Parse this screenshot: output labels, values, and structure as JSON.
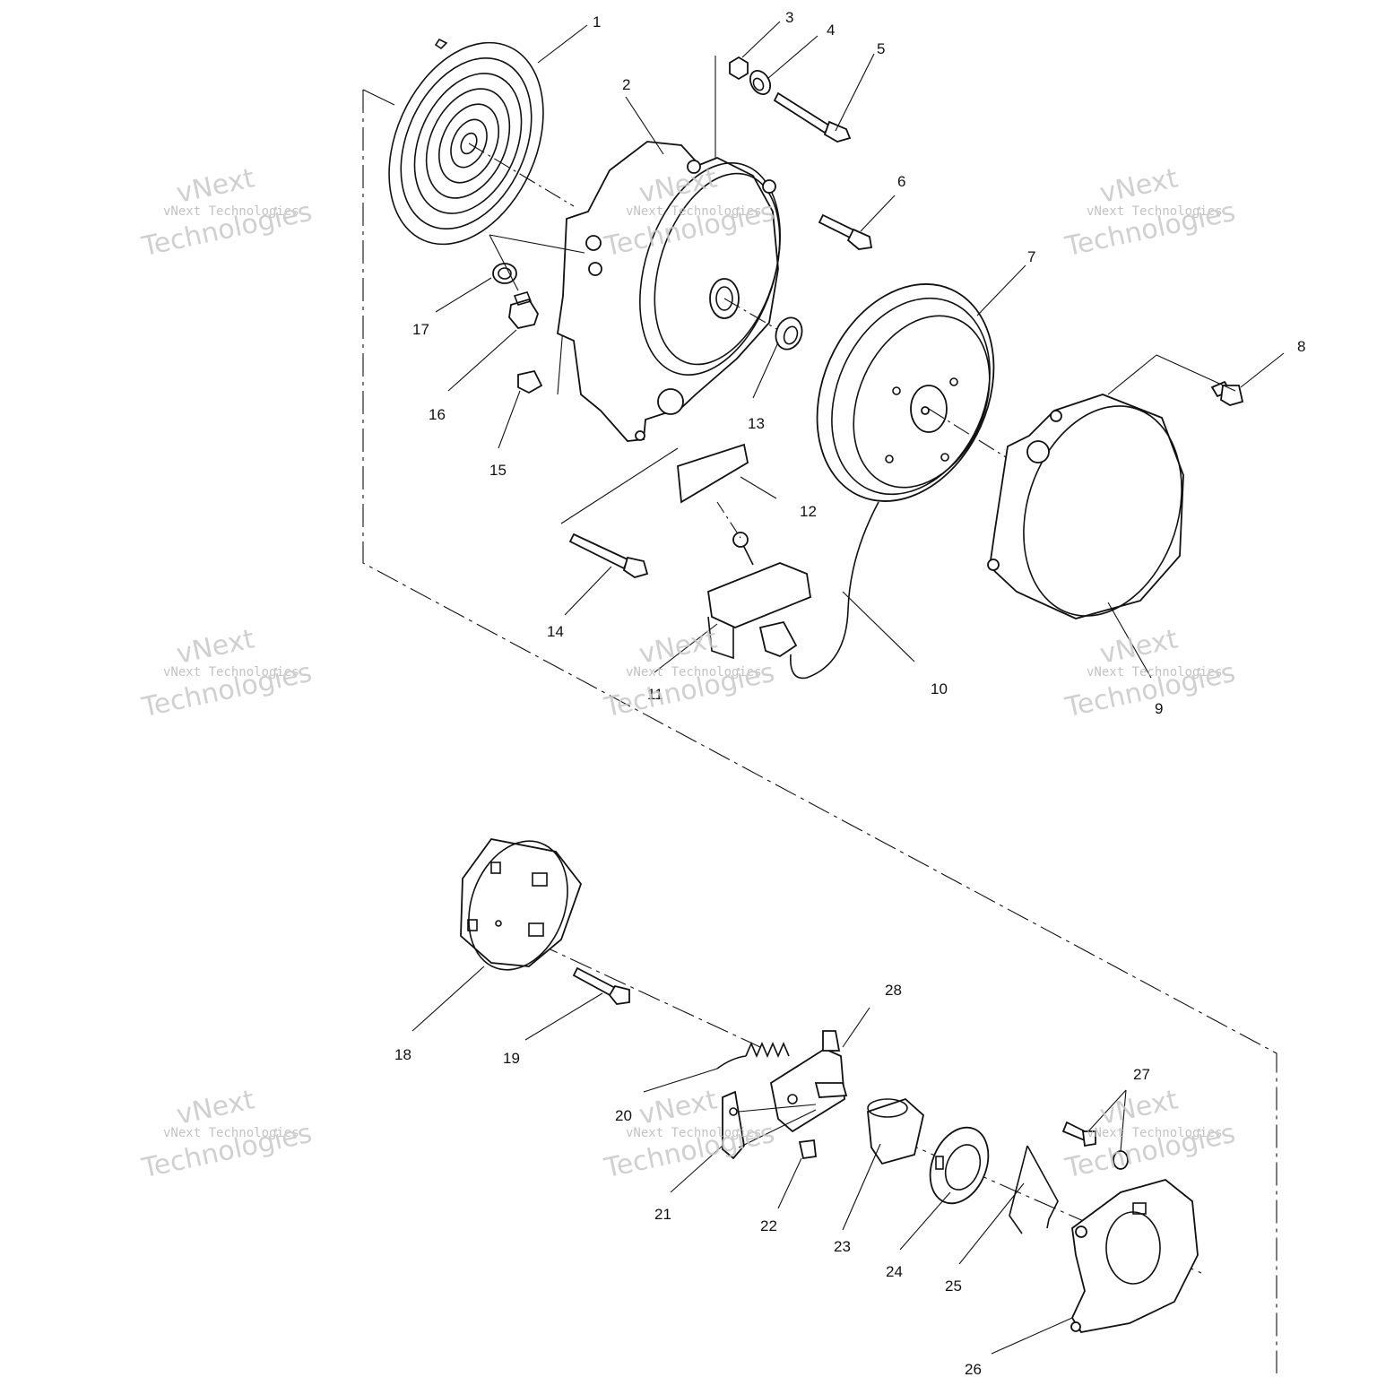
{
  "callouts": [
    "1",
    "2",
    "3",
    "4",
    "5",
    "6",
    "7",
    "8",
    "9",
    "10",
    "11",
    "12",
    "13",
    "14",
    "15",
    "16",
    "17",
    "18",
    "19",
    "20",
    "21",
    "22",
    "23",
    "24",
    "25",
    "26",
    "27",
    "28"
  ],
  "watermark": {
    "line1": "vNext",
    "line2": "vNext Technologies",
    "line3": "Technologies"
  }
}
